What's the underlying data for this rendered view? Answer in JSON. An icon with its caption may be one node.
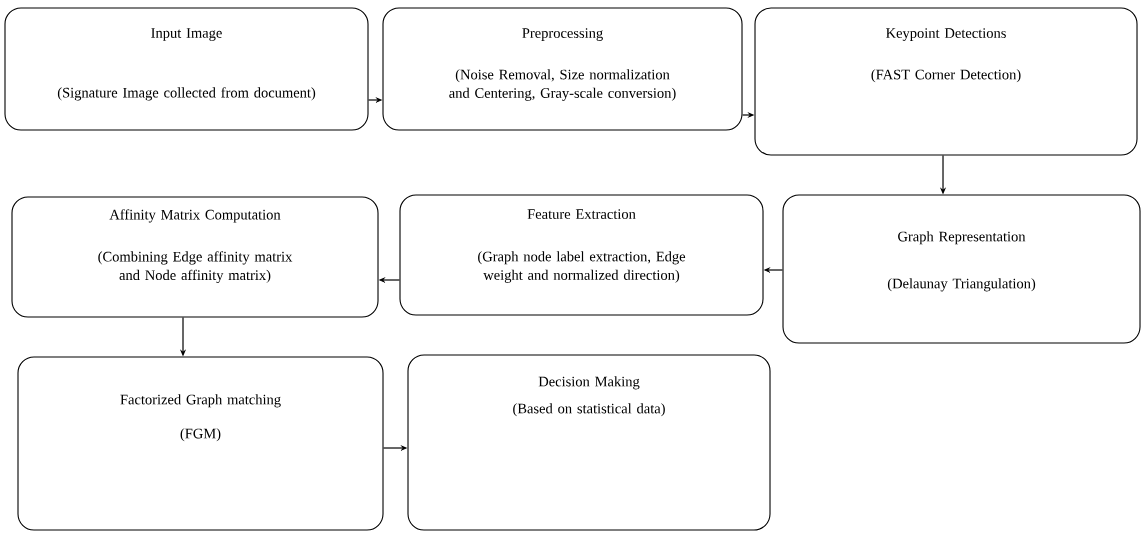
{
  "diagram": {
    "nodes": [
      {
        "text": [
          "Input Image",
          "(Signature Image collected from document)"
        ]
      },
      {
        "text": [
          "Preprocessing",
          "(Noise Removal, Size normalization and Centering, Gray-scale conversion)"
        ]
      },
      {
        "text": [
          "Keypoint Detections",
          "(FAST Corner Detection)"
        ]
      },
      {
        "text": [
          "Graph Representation",
          "(Delaunay Triangulation)"
        ]
      },
      {
        "text": [
          "Feature Extraction",
          "(Graph node label extraction, Edge weight and normalized direction)"
        ]
      },
      {
        "text": [
          "Affinity Matrix Computation",
          "(Combining Edge affinity matrix and Node affinity matrix)"
        ]
      },
      {
        "text": [
          "Factorized Graph matching",
          "(FGM)"
        ]
      },
      {
        "text": [
          "Decision Making",
          "(Based on statistical data)"
        ]
      }
    ],
    "edges": [
      {
        "from": 0,
        "to": 1,
        "arrow": "to"
      },
      {
        "from": 1,
        "to": 2,
        "arrow": "to"
      },
      {
        "from": 2,
        "to": 3,
        "arrow": "to"
      },
      {
        "from": 3,
        "to": 4,
        "arrow": "to"
      },
      {
        "from": 4,
        "to": 5,
        "arrow": "to"
      },
      {
        "from": 5,
        "to": 6,
        "arrow": "to"
      },
      {
        "from": 6,
        "to": 7,
        "arrow": "to"
      }
    ]
  }
}
